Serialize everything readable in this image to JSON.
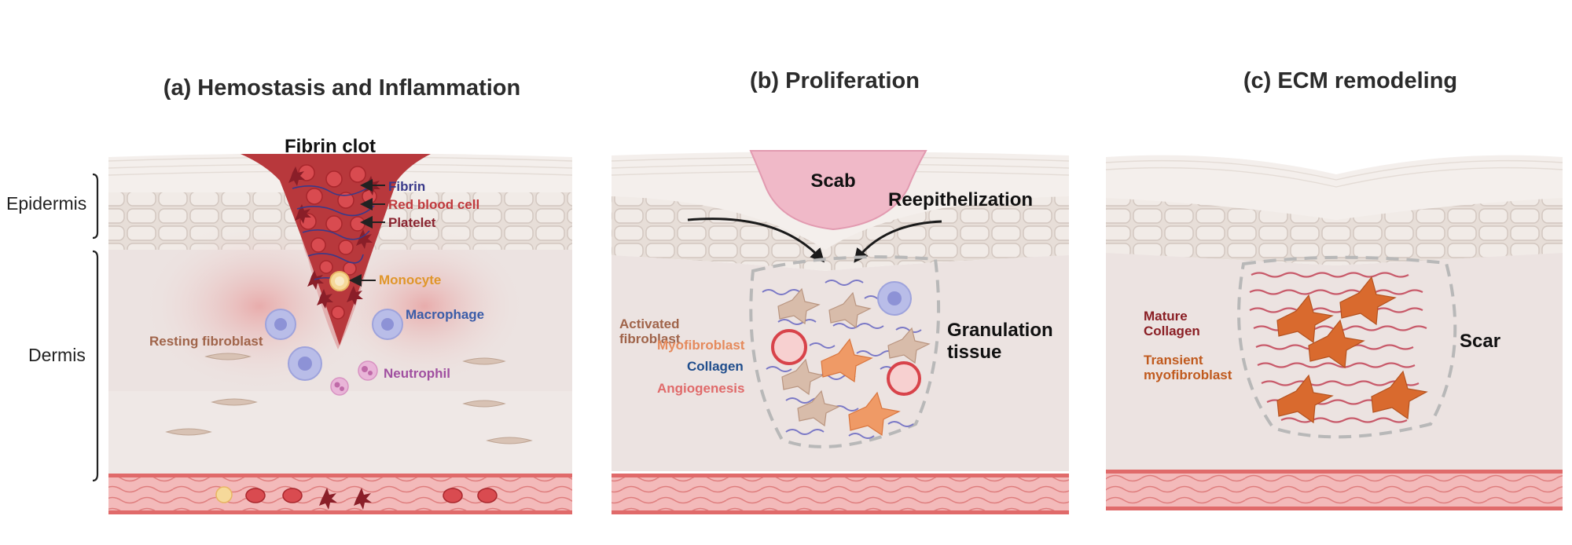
{
  "layer_labels": {
    "epidermis": "Epidermis",
    "dermis": "Dermis"
  },
  "panels": [
    {
      "title": "(a) Hemostasis and Inflammation",
      "labels": {
        "fibrin_clot": "Fibrin clot",
        "fibrin": "Fibrin",
        "red_blood_cell": "Red blood cell",
        "platelet": "Platelet",
        "monocyte": "Monocyte",
        "macrophage": "Macrophage",
        "resting_fibroblast": "Resting fibroblast",
        "neutrophil": "Neutrophil"
      }
    },
    {
      "title": "(b) Proliferation",
      "labels": {
        "scab": "Scab",
        "reepithelization": "Reepithelization",
        "activated_fibroblast": "Activated fibroblast",
        "myofibroblast": "Myofibroblast",
        "collagen": "Collagen",
        "angiogenesis": "Angiogenesis",
        "granulation_tissue": "Granulation tissue"
      }
    },
    {
      "title": "(c) ECM remodeling",
      "labels": {
        "mature_collagen": "Mature Collagen",
        "transient_myofibroblast": "Transient myofibroblast",
        "scar": "Scar"
      }
    }
  ],
  "colors": {
    "epidermis_top": "#f4efec",
    "epidermis_cells": "#e6ddd7",
    "dermis": "#ece3e1",
    "dermis_low": "#efe8e6",
    "vessel": "#f1b1b1",
    "vessel_edge": "#e26b6b",
    "clot": "#b8383c",
    "scab": "#f0b9c8",
    "fibroblast": "#d8b8a6",
    "myofibroblast": "#e98a55",
    "transient_myofibroblast": "#d96a2e",
    "macrophage": "#b9bde8",
    "neutrophil": "#e9b5d8",
    "collagen_blue": "#6b6bc0",
    "collagen_mature": "#c85a6a",
    "label_fibrin": "#3a3a8a",
    "label_rbc": "#c0393d",
    "label_platelet": "#8a2430",
    "label_monocyte": "#e0962a",
    "label_macrophage": "#3a5ca8",
    "label_resting": "#a0644a",
    "label_neutrophil": "#a04fa0",
    "label_activated": "#a0644a",
    "label_myo": "#e58a5c",
    "label_collagen": "#1f4d8c",
    "label_angio": "#e06a6a",
    "label_mature": "#8a1e24",
    "label_transient": "#c05a1e"
  }
}
